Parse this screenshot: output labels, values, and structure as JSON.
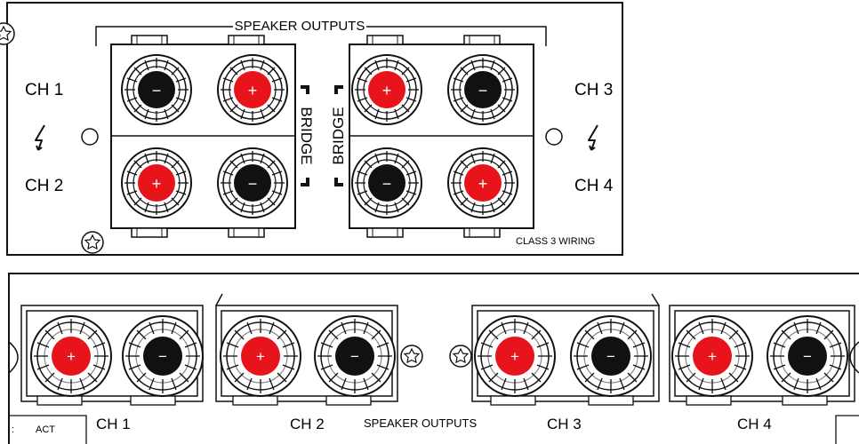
{
  "top_panel": {
    "title": "SPEAKER OUTPUTS",
    "ch1": "CH 1",
    "ch2": "CH 2",
    "ch3": "CH 3",
    "ch4": "CH 4",
    "bridge": "BRIDGE",
    "class_label": "CLASS 3 WIRING",
    "left_group": [
      {
        "polarity": "-"
      },
      {
        "polarity": "+"
      },
      {
        "polarity": "+"
      },
      {
        "polarity": "-"
      }
    ],
    "right_group": [
      {
        "polarity": "+"
      },
      {
        "polarity": "-"
      },
      {
        "polarity": "-"
      },
      {
        "polarity": "+"
      }
    ]
  },
  "bottom_panel": {
    "title": "SPEAKER OUTPUTS",
    "act_label": "ACT",
    "channels": [
      "CH 1",
      "CH 2",
      "CH 3",
      "CH 4"
    ],
    "polarity_pairs": [
      "+",
      "-"
    ]
  },
  "colors": {
    "positive": "#e8141c",
    "negative": "#111111",
    "outline": "#111111",
    "background": "#ffffff"
  },
  "icons": [
    "lightning-bolt-icon",
    "screw-icon"
  ],
  "symbols": {
    "plus": "+",
    "minus": "−"
  }
}
